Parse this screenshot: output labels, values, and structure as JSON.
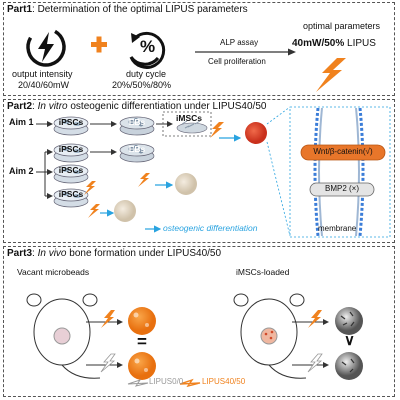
{
  "part1": {
    "prefix": "Part1",
    "title": ": Determination of the optimal LIPUS parameters",
    "output_intensity_label": "output intensity",
    "output_intensity_values": "20/40/60mW",
    "duty_cycle_label": "duty cycle",
    "duty_cycle_values": "20%/50%/80%",
    "alp_assay": "ALP assay",
    "cell_proliferation": "Cell proliferation",
    "optimal_label": "optimal parameters",
    "optimal_value_bold": "40mW/50%",
    "optimal_value_rest": " LIPUS",
    "plus_symbol": "+",
    "percent_symbol": "%"
  },
  "part2": {
    "prefix": "Part2",
    "title_italic": "In vitro",
    "title_rest": " osteogenic differentiation under LIPUS40/50",
    "aim1": "Aim 1",
    "aim2": "Aim 2",
    "ipscs": "iPSCs",
    "ebs": "EBs",
    "imscs": "iMSCs",
    "wnt": "Wnt/β-catenin(√)",
    "bmp2": "BMP2  (×)",
    "membrane": "membrane",
    "osteogenic": "osteogenic differentiation"
  },
  "part3": {
    "prefix": "Part3",
    "title_italic": "In vivo",
    "title_rest": " bone formation under LIPUS40/50",
    "vacant": "Vacant microbeads",
    "imscs_loaded": "iMSCs-loaded",
    "equal_symbol": "=",
    "greater_symbol": "∨",
    "legend_off": "LIPUS0/0",
    "legend_on": "LIPUS40/50"
  },
  "colors": {
    "orange": "#f0821e",
    "blue_arrow": "#29a3e0",
    "wnt_fill": "#e8762a",
    "panel_border": "#555555"
  }
}
